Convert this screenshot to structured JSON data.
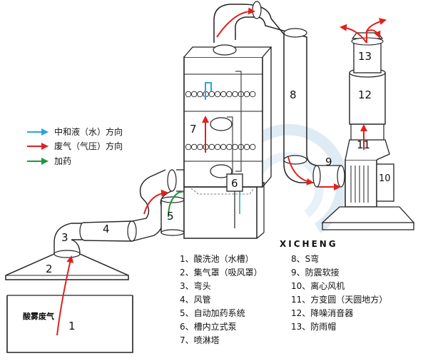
{
  "legend": [
    {
      "label": "中和液（水）方向",
      "color": "#29a3e0"
    },
    {
      "label": "废气（气压）方向",
      "color": "#e02020"
    },
    {
      "label": "加药",
      "color": "#1a9a3a"
    }
  ],
  "diagram_labels": {
    "n1": "1",
    "n2": "2",
    "n3": "3",
    "n4": "4",
    "n5": "5",
    "n6": "6",
    "n7": "7",
    "n8": "8",
    "n9": "9",
    "n10": "10",
    "n11": "11",
    "n12": "12",
    "n13": "13",
    "source": "酸雾废气"
  },
  "parts": [
    "1、酸洗池（水槽）",
    "2、集气罩（吸风罩）",
    "3、弯头",
    "4、风管",
    "5、自动加药系统",
    "6、槽内立式泵",
    "7、喷淋塔",
    "8、S弯",
    "9、防震软接",
    "10、离心风机",
    "11、方变圆（天圆地方）",
    "12、降噪消音器",
    "13、防雨帽"
  ],
  "watermark": "XICHENG",
  "colors": {
    "water": "#29a3e0",
    "gas": "#e02020",
    "dosing": "#1a9a3a",
    "watermark": "#b8d4ea"
  },
  "icons": [
    "watermark-logo-icon",
    "ball-packing-icon"
  ]
}
